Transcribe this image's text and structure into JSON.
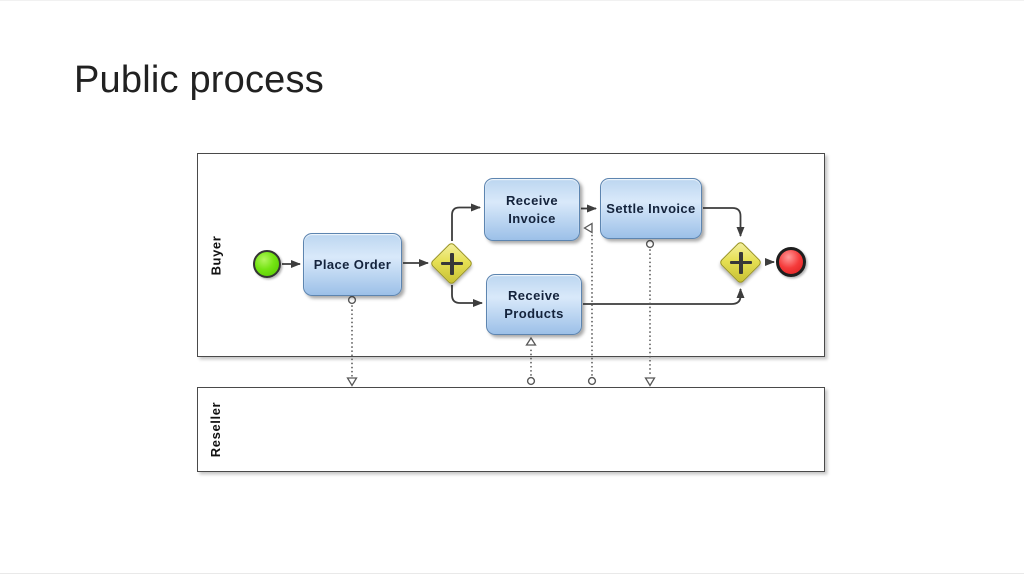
{
  "slide": {
    "title": "Public process"
  },
  "diagram": {
    "pools": [
      {
        "name": "Buyer"
      },
      {
        "name": "Reseller"
      }
    ],
    "tasks": [
      {
        "label": "Place Order"
      },
      {
        "label": "Receive Invoice"
      },
      {
        "label": "Settle Invoice"
      },
      {
        "label": "Receive Products"
      }
    ],
    "gateways": [
      {
        "type": "parallel",
        "symbol": "+"
      },
      {
        "type": "parallel",
        "symbol": "+"
      }
    ],
    "events": [
      {
        "type": "start"
      },
      {
        "type": "end"
      }
    ],
    "colors": {
      "task_fill_top": "#bcd6f0",
      "task_fill_bottom": "#9cc0e8",
      "task_border": "#5d85b0",
      "gateway_fill": "#e6e054",
      "gateway_border": "#99931f",
      "start_event_green": "#67d804",
      "end_event_red": "#ee3333",
      "sequence_flow": "#3d3d3d",
      "message_flow": "#585858"
    }
  }
}
